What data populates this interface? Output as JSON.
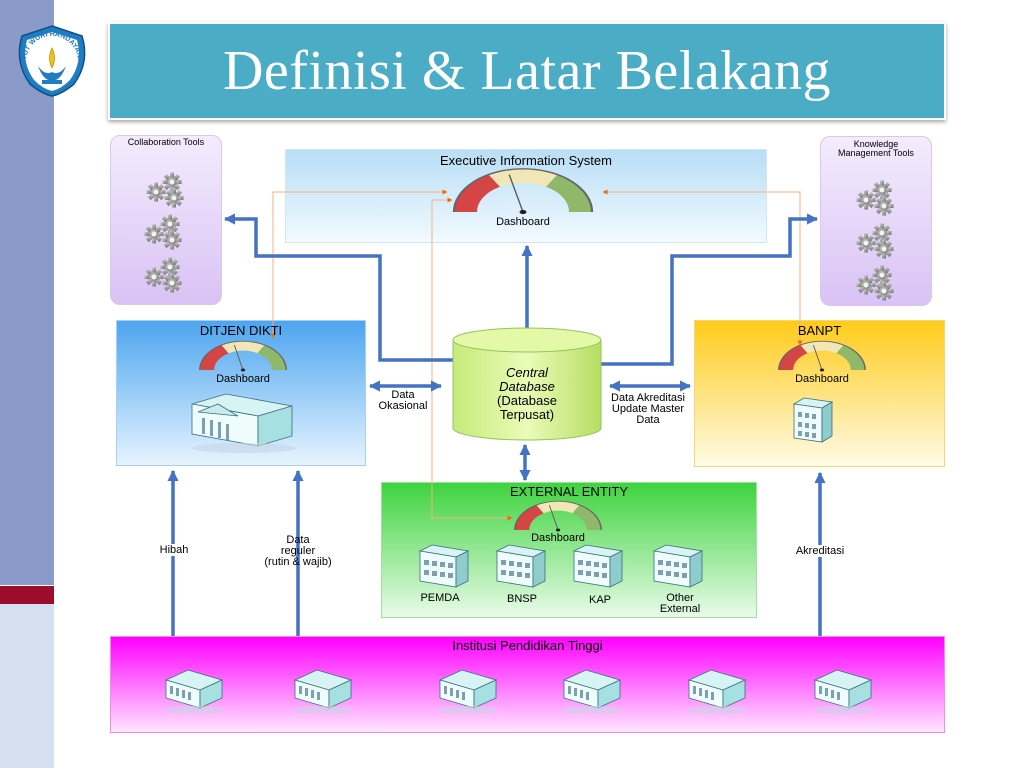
{
  "slide": {
    "title": "Definisi & Latar Belakang",
    "logo_text": "TUT WURI HANDAYANI"
  },
  "colors": {
    "title_bar": "#4bacc6",
    "arrow": "#4472c4",
    "thin_line": "#f4b183",
    "strip": "#8b9bc9",
    "strip_accent": "#9b0d2b"
  },
  "diagram": {
    "collab_tools": "Collaboration Tools",
    "km_tools": "Knowledge Management Tools",
    "eis": {
      "title": "Executive Information System",
      "dashboard": "Dashboard"
    },
    "dikti": {
      "title": "DITJEN DIKTI",
      "dashboard": "Dashboard"
    },
    "banpt": {
      "title": "BANPT",
      "dashboard": "Dashboard"
    },
    "central_db": {
      "line1": "Central",
      "line2": "Database",
      "line3": "(Database",
      "line4": "Terpusat)"
    },
    "flow_left": {
      "line1": "Data",
      "line2": "Okasional"
    },
    "flow_right": {
      "line1": "Data Akreditasi",
      "line2": "Update Master",
      "line3": "Data"
    },
    "external": {
      "title": "EXTERNAL ENTITY",
      "dashboard": "Dashboard",
      "entities": [
        "PEMDA",
        "BNSP",
        "KAP",
        "Other",
        "External"
      ]
    },
    "hibah": "Hibah",
    "data_reguler": {
      "line1": "Data",
      "line2": "reguler",
      "line3": "(rutin & wajib)"
    },
    "akreditasi": "Akreditasi",
    "ipt": {
      "title": "Institusi Pendidikan Tinggi"
    }
  }
}
